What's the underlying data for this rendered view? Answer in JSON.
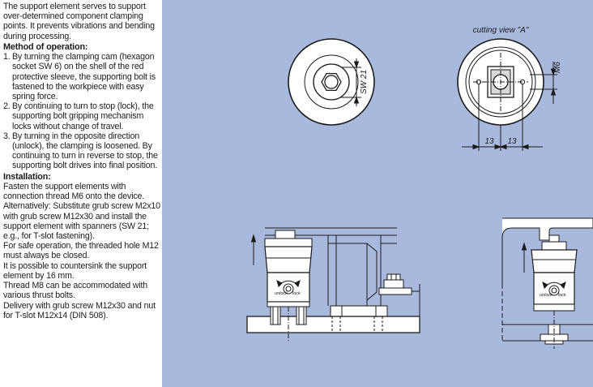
{
  "description": {
    "intro": "The support element serves to support over-determined component clamping points. It prevents vibrations and bending during processing.",
    "operation_heading": "Method of operation:",
    "steps": [
      {
        "num": "1.",
        "text": "By turning the clamping cam (hexagon socket SW 6) on the shell of the red protective sleeve, the supporting bolt is fastened to the workpiece with easy spring force."
      },
      {
        "num": "2.",
        "text": "By continuing to turn to stop (lock), the supporting bolt gripping mechanism locks without change of travel."
      },
      {
        "num": "3.",
        "text": "By turning in the opposite direction (unlock), the clamping is loosened. By continuing to turn in reverse to stop, the supporting bolt drives into final position."
      }
    ],
    "installation_heading": "Installation:",
    "installation": [
      "Fasten the support elements with connection thread M6 onto the device. Alternatively: Substitute grub screw M2x10 with grub screw M12x30 and install the support element with spanners (SW 21; e.g., for T-slot fastening).",
      "For safe operation, the threaded hole M12 must always be closed.",
      "It is possible to countersink the support element by 16 mm.",
      "Thread M8 can be accommodated with various thrust bolts.",
      "Delivery with grub screw M12x30 and nut for T-slot M12x14 (DIN 508)."
    ]
  },
  "drawing": {
    "view_label": "cutting view \"A\"",
    "dim_sw21": "SW 21",
    "dim_m6": "M6",
    "dim_13_left": "13",
    "dim_13_right": "13",
    "unlock_label": "unlock",
    "lock_label": "lock",
    "colors": {
      "background": "#a9b9dd",
      "line": "#1a1a1a",
      "part_fill": "#ffffff"
    }
  }
}
